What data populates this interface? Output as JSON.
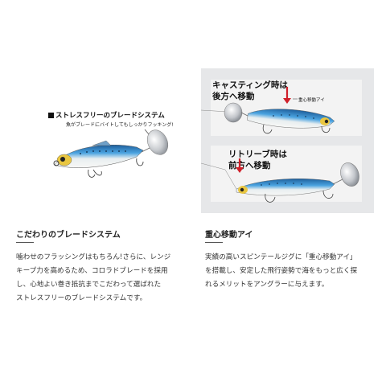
{
  "left": {
    "callout_title": "ストレスフリーのブレードシステム",
    "callout_sub": "魚がブレードにバイトしてもしっかりフッキング!",
    "heading": "こだわりのブレードシステム",
    "body": [
      "噛わせのフラッシングはもちろん!さらに、レンジ",
      "キープ力を高めるため、コロラドブレードを採用",
      "し、心地よい巻き抵抗までこだわって選ばれた",
      "ストレスフリーのブレードシステムです。"
    ]
  },
  "right": {
    "casting_line1": "キャスティング時は",
    "casting_line2": "後方へ移動",
    "retrieve_line1": "リトリーブ時は",
    "retrieve_line2": "前方へ移動",
    "weight_label": "重心移動アイ",
    "heading": "重心移動アイ",
    "body": [
      "実績の高いスピンテールジグに「重心移動アイ」",
      "を搭載し、安定した飛行姿勢で海をもっと広く探",
      "れるメリットをアングラーに与えます。"
    ]
  },
  "colors": {
    "arrow_red": "#d0202a",
    "lure_blue": "#3a8fd0",
    "lure_belly": "#f4f4f2",
    "panel_gray": "#e6e7e9"
  }
}
